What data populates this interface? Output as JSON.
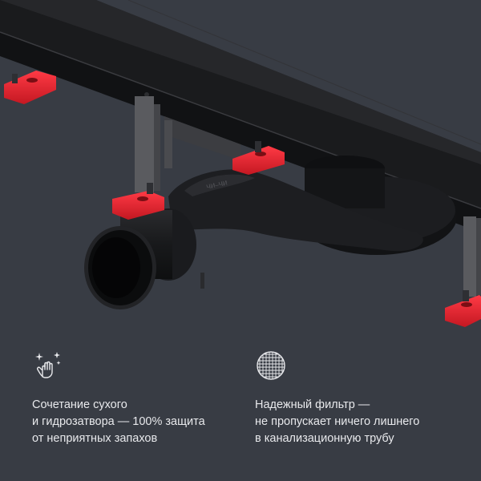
{
  "features": [
    {
      "icon": "hand-sparkles-icon",
      "text": "Сочетание сухого\nи гидрозатвора — 100% защита\nот неприятных запахов"
    },
    {
      "icon": "mesh-filter-icon",
      "text": "Надежный фильтр —\nне пропускает ничего лишнего\nв канализационную трубу"
    }
  ],
  "product_engraving": "ЧИ–ЧИ",
  "colors": {
    "background": "#383c44",
    "accent_red": "#e5202e",
    "text": "#e8e9ec"
  }
}
